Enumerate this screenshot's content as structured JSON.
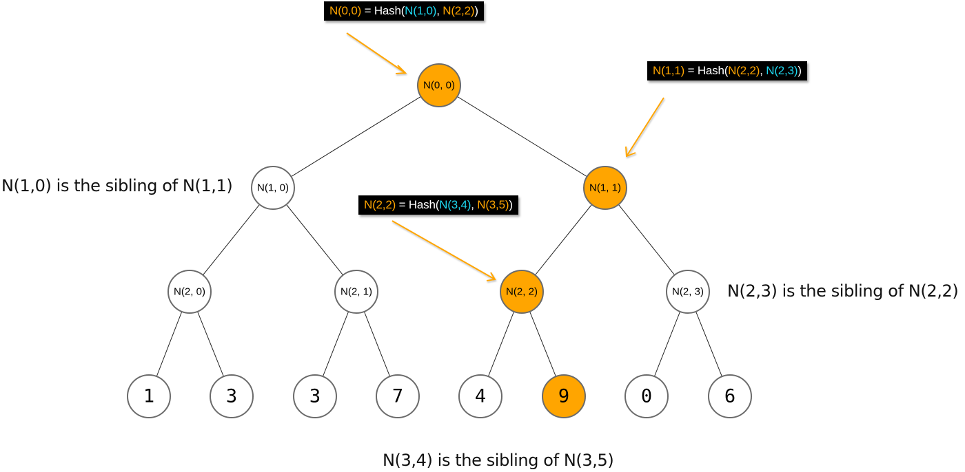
{
  "colors": {
    "highlight": "#ffa500",
    "node_fill": "#ffffff",
    "node_stroke": "#6b6b6b",
    "edge": "#222222",
    "arrow": "#ffa500",
    "callout_bg": "#000000",
    "callout_cyan": "#1ed8f0",
    "callout_orange": "#ffa500"
  },
  "tree": {
    "nodes": [
      {
        "id": "n00",
        "label": "N(0, 0)",
        "level": 0,
        "highlighted": true
      },
      {
        "id": "n10",
        "label": "N(1, 0)",
        "level": 1,
        "highlighted": false
      },
      {
        "id": "n11",
        "label": "N(1, 1)",
        "level": 1,
        "highlighted": true
      },
      {
        "id": "n20",
        "label": "N(2, 0)",
        "level": 2,
        "highlighted": false
      },
      {
        "id": "n21",
        "label": "N(2, 1)",
        "level": 2,
        "highlighted": false
      },
      {
        "id": "n22",
        "label": "N(2, 2)",
        "level": 2,
        "highlighted": true
      },
      {
        "id": "n23",
        "label": "N(2, 3)",
        "level": 2,
        "highlighted": false
      },
      {
        "id": "l0",
        "label": "1",
        "level": 3,
        "highlighted": false,
        "leaf": true
      },
      {
        "id": "l1",
        "label": "3",
        "level": 3,
        "highlighted": false,
        "leaf": true
      },
      {
        "id": "l2",
        "label": "3",
        "level": 3,
        "highlighted": false,
        "leaf": true
      },
      {
        "id": "l3",
        "label": "7",
        "level": 3,
        "highlighted": false,
        "leaf": true
      },
      {
        "id": "l4",
        "label": "4",
        "level": 3,
        "highlighted": false,
        "leaf": true
      },
      {
        "id": "l5",
        "label": "9",
        "level": 3,
        "highlighted": true,
        "leaf": true
      },
      {
        "id": "l6",
        "label": "0",
        "level": 3,
        "highlighted": false,
        "leaf": true
      },
      {
        "id": "l7",
        "label": "6",
        "level": 3,
        "highlighted": false,
        "leaf": true
      }
    ],
    "edges": [
      [
        "n00",
        "n10"
      ],
      [
        "n00",
        "n11"
      ],
      [
        "n10",
        "n20"
      ],
      [
        "n10",
        "n21"
      ],
      [
        "n11",
        "n22"
      ],
      [
        "n11",
        "n23"
      ],
      [
        "n20",
        "l0"
      ],
      [
        "n20",
        "l1"
      ],
      [
        "n21",
        "l2"
      ],
      [
        "n21",
        "l3"
      ],
      [
        "n22",
        "l4"
      ],
      [
        "n22",
        "l5"
      ],
      [
        "n23",
        "l6"
      ],
      [
        "n23",
        "l7"
      ]
    ]
  },
  "callouts": [
    {
      "id": "root",
      "parts": [
        {
          "text": "N(0,0)",
          "color": "orange"
        },
        {
          "text": " = Hash(",
          "color": "white"
        },
        {
          "text": "N(1,0)",
          "color": "cyan"
        },
        {
          "text": ", ",
          "color": "white"
        },
        {
          "text": "N(2,2)",
          "color": "orange"
        },
        {
          "text": ")",
          "color": "white"
        }
      ]
    },
    {
      "id": "n11",
      "parts": [
        {
          "text": "N(1,1)",
          "color": "orange"
        },
        {
          "text": " = Hash(",
          "color": "white"
        },
        {
          "text": "N(2,2)",
          "color": "orange"
        },
        {
          "text": ", ",
          "color": "white"
        },
        {
          "text": "N(2,3)",
          "color": "cyan"
        },
        {
          "text": ")",
          "color": "white"
        }
      ]
    },
    {
      "id": "n22",
      "parts": [
        {
          "text": "N(2,2)",
          "color": "orange"
        },
        {
          "text": " = Hash(",
          "color": "white"
        },
        {
          "text": "N(3,4)",
          "color": "cyan"
        },
        {
          "text": ", ",
          "color": "white"
        },
        {
          "text": "N(3,5)",
          "color": "orange"
        },
        {
          "text": ")",
          "color": "white"
        }
      ]
    }
  ],
  "notes": {
    "n10_sibling": "N(1,0) is the sibling of N(1,1)",
    "n23_sibling": "N(2,3) is the sibling of N(2,2)",
    "leaf_sibling": "N(3,4) is the sibling of N(3,5)"
  }
}
